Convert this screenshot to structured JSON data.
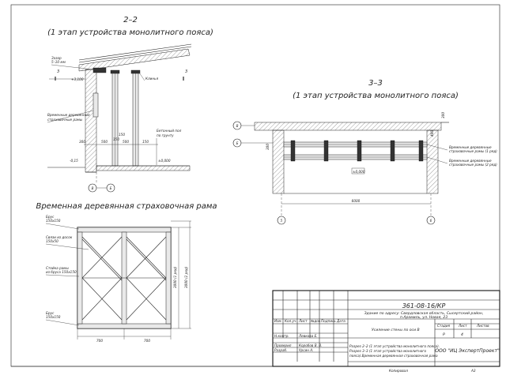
{
  "section_2_2": {
    "title": "2–2",
    "subtitle": "(1 этап устройства монолитного пояса)",
    "gap_label": "Зазор",
    "gap_value": "5–10 мм",
    "level_top": "+3,100",
    "level_zero": "±0,000",
    "level_ground": "-0,15",
    "channel_label": "Клинья",
    "temp_frame_label_1": "Временные деревянные",
    "temp_frame_label_2": "страховочные рамы",
    "concrete_floor_label_1": "Бетонный пол",
    "concrete_floor_label_2": "по грунту",
    "dims": [
      "300",
      "500",
      "500",
      "150",
      "150",
      "150"
    ],
    "cut_mark": "3",
    "axis_b": "В",
    "axis_v": "Б"
  },
  "section_3_3": {
    "title": "3–3",
    "subtitle": "(1 этап устройства монолитного пояса)",
    "frame_label_1a": "Временные деревянные",
    "frame_label_1b": "страховочные рамы (1 ряд)",
    "frame_label_2a": "Временные деревянные",
    "frame_label_2b": "страховочные рамы (2 ряд)",
    "dim_span": "6000",
    "dim_left": "300",
    "dim_right": "400",
    "dim_top": "300",
    "level_label": "±0,000",
    "axis_left": "5",
    "axis_right": "6",
    "axis_b": "В",
    "axis_v": "Б"
  },
  "frame_view": {
    "title": "Временная деревянная страховочная рама",
    "label_brus_top_1": "Брус",
    "label_brus_top_2": "150х150",
    "label_boards_1": "Связи из досок",
    "label_boards_2": "150х50",
    "label_post_1": "Стойка рамы",
    "label_post_2": "из бруса 150х150",
    "label_brus_bot_1": "Брус",
    "label_brus_bot_2": "150х150",
    "dim_bottom_left": "700",
    "dim_bottom_right": "700",
    "dim_height_1": "3000 (1 ряд)",
    "dim_height_2": "3000 (2 ряд)"
  },
  "title_block": {
    "code": "361-08-16/КР",
    "address_line_1": "Здание по адресу: Свердловская область, Сысертский район,",
    "address_line_2": "п.Арамиль, ул. Новая, 23",
    "header_cols": [
      "Изм.",
      "Кол.уч.",
      "Лист",
      "№док.",
      "Подпись",
      "Дата"
    ],
    "roles": [
      {
        "role": "Н.контр.",
        "name": "Левкова Е."
      },
      {
        "role": "Проверил",
        "name": "Коробов В. В."
      },
      {
        "role": "Разраб.",
        "name": "Урсин А."
      }
    ],
    "sheet_title": "Усиление стены по оси В",
    "stage_col_label": "Стадия",
    "sheet_col_label": "Лист",
    "sheets_col_label": "Листов",
    "stage_value": "Р",
    "sheet_value": "4",
    "drawing_list_1": "Разрез 2–2 (1 этап устройства монолитного пояса).",
    "drawing_list_2": "Разрез 3–3 (1 этап устройства монолитного",
    "drawing_list_3": "пояса).Временная деревянная страховочная рама",
    "company": "ООО \"ИЦ ЭкспертПроект\"",
    "copied": "Копировал",
    "format": "А3"
  }
}
